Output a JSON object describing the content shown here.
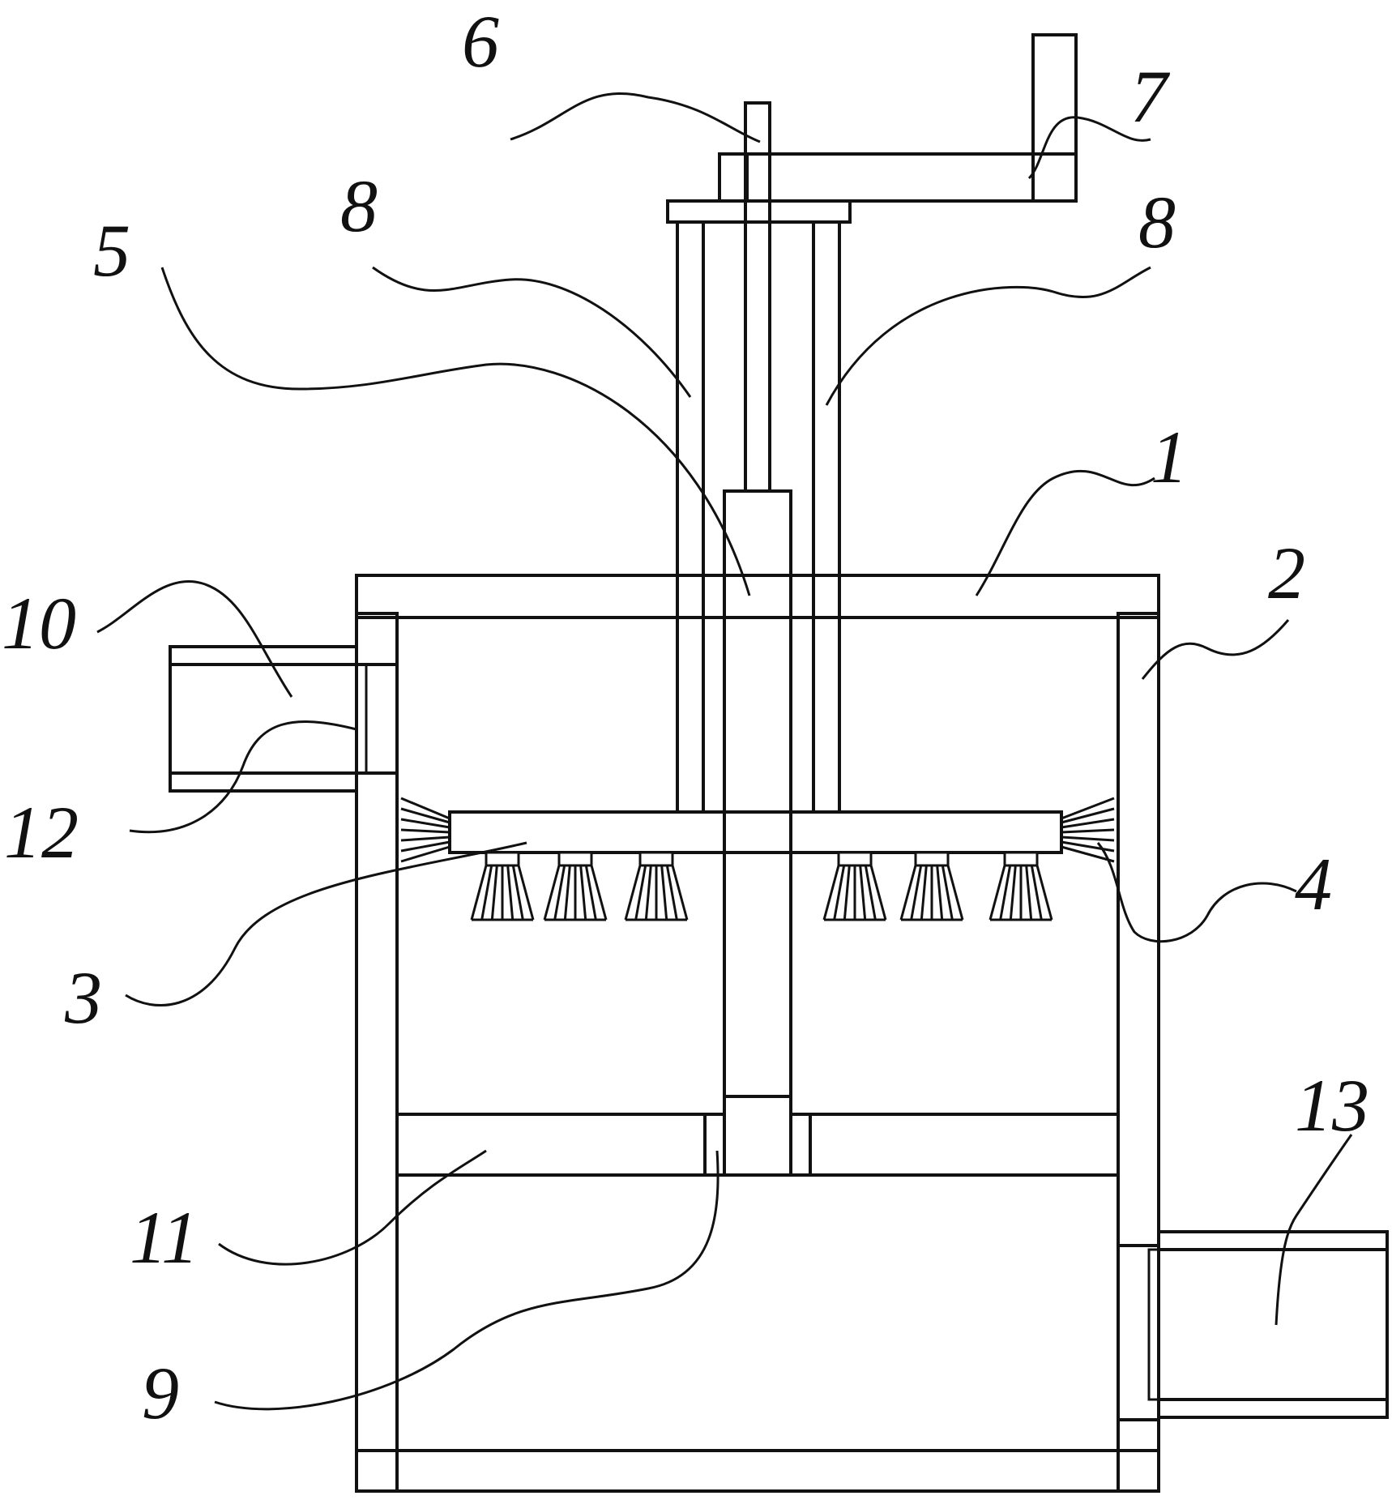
{
  "labels": {
    "l1": "1",
    "l2": "2",
    "l3": "3",
    "l4": "4",
    "l5": "5",
    "l6": "6",
    "l7": "7",
    "l8a": "8",
    "l8b": "8",
    "l9": "9",
    "l10": "10",
    "l11": "11",
    "l12": "12",
    "l13": "13"
  },
  "colors": {
    "line": "#111111",
    "background": "#ffffff"
  }
}
